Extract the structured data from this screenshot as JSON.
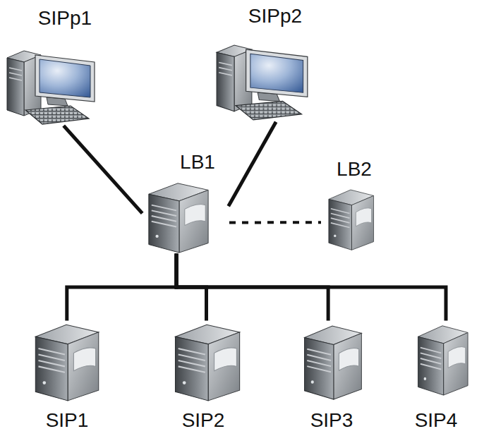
{
  "diagram": {
    "nodes": [
      {
        "text": [
          "SIPp1"
        ]
      },
      {
        "text": [
          "SIPp2"
        ]
      },
      {
        "text": [
          "LB1"
        ]
      },
      {
        "text": [
          "LB2"
        ]
      },
      {
        "text": [
          "SIP1"
        ]
      },
      {
        "text": [
          "SIP2"
        ]
      },
      {
        "text": [
          "SIP3"
        ]
      },
      {
        "text": [
          "SIP4"
        ]
      }
    ],
    "edges": [
      {
        "from": 0,
        "to": 2,
        "arrow": "none"
      },
      {
        "from": 1,
        "to": 2,
        "arrow": "none"
      },
      {
        "from": 2,
        "to": 3,
        "arrow": "none"
      },
      {
        "from": 2,
        "to": 4,
        "arrow": "none"
      },
      {
        "from": 2,
        "to": 5,
        "arrow": "none"
      },
      {
        "from": 2,
        "to": 6,
        "arrow": "none"
      },
      {
        "from": 2,
        "to": 7,
        "arrow": "none"
      }
    ]
  }
}
